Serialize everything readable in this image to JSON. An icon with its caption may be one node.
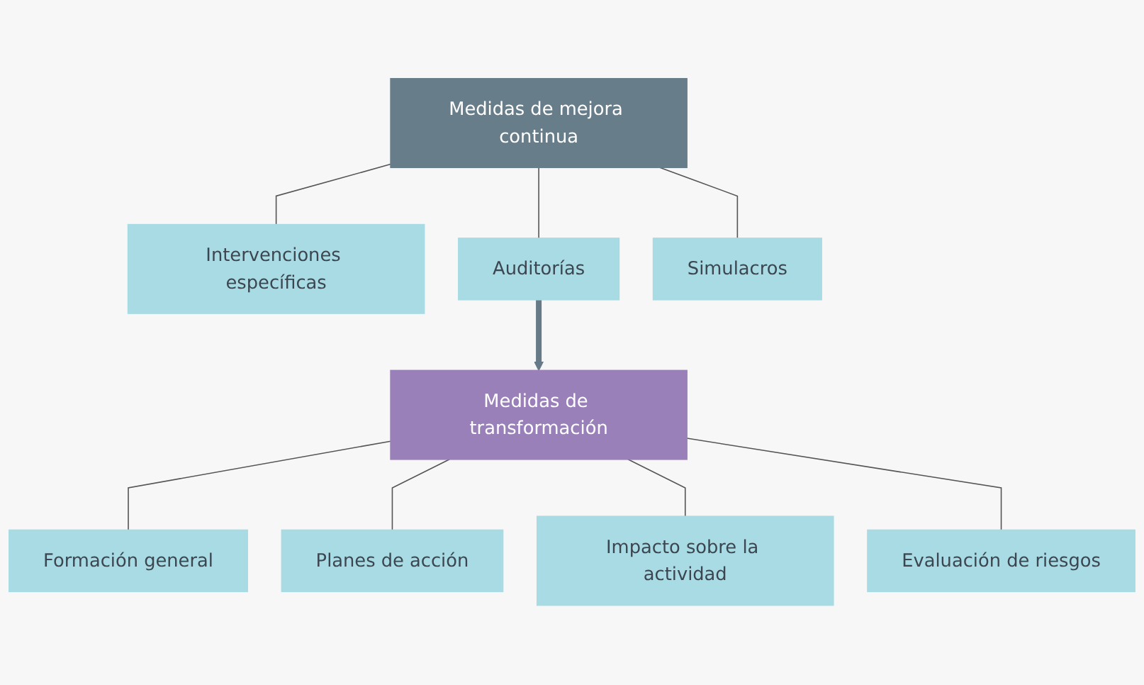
{
  "diagram": {
    "nodes": [
      {
        "text": [
          "Medidas de mejora continua"
        ]
      },
      {
        "text": [
          "Intervenciones específicas"
        ]
      },
      {
        "text": [
          "Auditorías"
        ]
      },
      {
        "text": [
          "Simulacros"
        ]
      },
      {
        "text": [
          "Medidas de transformación"
        ]
      },
      {
        "text": [
          "Formación general"
        ]
      },
      {
        "text": [
          "Planes de acción"
        ]
      },
      {
        "text": [
          "Impacto sobre la actividad"
        ]
      },
      {
        "text": [
          "Evaluación de riesgos"
        ]
      }
    ],
    "edges": [
      {
        "from": 0,
        "to": 1,
        "arrow": "none"
      },
      {
        "from": 0,
        "to": 2,
        "arrow": "none"
      },
      {
        "from": 0,
        "to": 3,
        "arrow": "none"
      },
      {
        "from": 2,
        "to": 4,
        "arrow": "to",
        "style": "thick",
        "color": "#667a87"
      },
      {
        "from": 4,
        "to": 5,
        "arrow": "none"
      },
      {
        "from": 4,
        "to": 6,
        "arrow": "none"
      },
      {
        "from": 4,
        "to": 7,
        "arrow": "none"
      },
      {
        "from": 4,
        "to": 8,
        "arrow": "none"
      }
    ]
  }
}
